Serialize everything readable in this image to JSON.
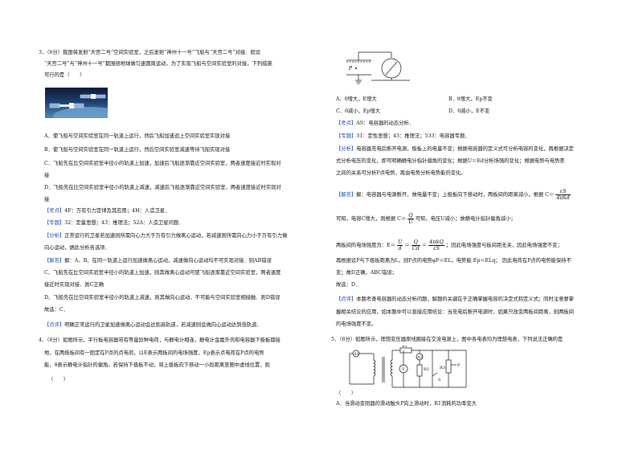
{
  "left": {
    "q3": {
      "stem1": "3．（6分）我国将发射“天宫二号”空间实验室，之后发射“神州十一号”飞船与“天宫二号”对接．假设",
      "stem2": "“天宫二号”与“神州十一号”都围绕地球做匀速圆周运动，为了实现飞船与空间实验室的对接，下列措施",
      "stem3": "可行的是（　　）",
      "optA": "A．使飞船与空间实验室在同一轨道上运行，然后飞船加速追上空间实验室实现对接",
      "optB": "B．使飞船与空间实验室在同一轨道上运行，然后空间实验室减速等待飞船实现对接",
      "optC1": "C．飞船先在比空间实验室半径小的轨道上加速，加速后飞船逐渐靠近空间实验室，两者速度接近时实现对",
      "optC2": "接",
      "optD1": "D．飞船先在比空间实验室半径小的轨道上减速，减速后飞船逐渐靠近空间实验室，两者速度接近时实现对",
      "optD2": "接",
      "kaodian_tag": "【考点】",
      "kaodian": "4F：万有引力定律及其应用；4H：人造卫星．",
      "zhuanti_tag": "【专题】",
      "zhuanti": "32：定量思想；43：推理法；52A：人造卫星问题．",
      "fenxi_tag": "【分析】",
      "fenxi1": "正常运行的卫星若加速则所需向心力大于万有引力做离心运动，若减速则所需向心力小于万有引力做",
      "fenxi2": "向心运动，据此分析各选项．",
      "jieda_tag": "【解答】",
      "jieda1": "解：A、B、在同一轨道上运行加速做离心运动，减速做向心运动均不可实现对接．则AB错误",
      "jieda2": "C、飞船先在比空间实验室半径小的轨道上加速，则其做离心运动可使飞船逐渐靠近空间实验室，两者速度",
      "jieda3": "接近时实现对接．则C正确",
      "jieda4": "D、飞船先在比空间实验室半径小的轨道上减速，则其做向心运动，不可能与空间实验室相接触．则D错误",
      "jieda5": "故选：C．",
      "dianping_tag": "【点评】",
      "dianping": "明确正常运行的卫星加速做离心运动会达到高轨道，若减速则会做向心运动达到低轨道．"
    },
    "q4": {
      "stem1": "4．（6分）如图所示，平行板电容器带有等量异种电荷，与静电计相连，静电计金属外壳和电容器下极板都接",
      "stem2": "地，在两极板间有一固定在P点的点电荷，以E表示两板间的电场强度，Ep表示点电荷在P点的电势",
      "stem3": "能，θ表示静电计指针的偏角。若保持下极板不动，将上极板向下移动一小段距离至图中虚线位置，则",
      "stem4": "（　　）"
    }
  },
  "right": {
    "fig_label_p": "P",
    "opts": {
      "A": "A．θ增大，E增大",
      "B": "B．θ增大，Ep不变",
      "C": "C．θ减小，Ep增大",
      "D": "D．θ减小，E不变"
    },
    "kaodian_tag": "【考点】",
    "kaodian": "AS：电容器的动态分析．",
    "zhuanti_tag": "【专题】",
    "zhuanti": "31：定性思想；43：推理法；533：电容器专题．",
    "fenxi_tag": "【分析】",
    "fenxi1": "电容器充电后断开电源，极板上的电量不变；根据电容器的定义式可分析电容的变化，再根据决定",
    "fenxi2": "式分析电压的变化，即可明确静电计指针偏角的变化；根据U＝Ed分析场强的变化；根据电势与电势差",
    "fenxi3": "之间的关系可分析P点电势，再由电势分析电势能的变化。",
    "jieda_tag": "【解答】",
    "jieda1a": "解：电容器与电源断开，故电量不变；上极板向下移动时，两板间的距离减小，根据 C＝",
    "f1n": "εS",
    "f1d": "4πkd",
    "jieda2a": "可知，电容C增大，则根据 C＝",
    "f2n": "Q",
    "f2d": "U",
    "jieda2b": "可知，电压U减小；故静电计指针偏角减小；",
    "jieda3a": "两板间的电场强度为：E＝",
    "f3n": "U",
    "f3d": "d",
    "eq": "＝",
    "f4n": "Q",
    "f4d": "Cd",
    "f5n": "4πkQ",
    "f5d": "εS",
    "jieda3b": "；因此电场强度与板间距无关，因此电场强度不变；",
    "jieda4": "再根据设P与下极板距离为L，则P点的电势φP＝EL，电势能 Ep＝ELq；  因此电荷在P点的电势能保持不",
    "jieda5": "变；故D正确，ABC错误；",
    "jieda6": "故选：D．",
    "dianping_tag": "【点评】",
    "dianping1": "本题考查电容器的动态分析问题，解题的关键在于正确掌握电容的决定式和定义式；同时注意要掌",
    "dianping2": "握相关结论的应用，如本题中可以直接应用结论：当充电后断开电源时，如果只改变两板间距离，则两板间",
    "dianping3": "的电场强度不变。",
    "q5": {
      "stem1": "5．（6分）如图所示，理想变压器原线圈接在交流电源上，图中各电表均为理想电表，下列说法正确的是",
      "stem2": "（　　）",
      "labels": [
        "A1",
        "R1",
        "A2",
        "V",
        "R2",
        "R3",
        "P",
        "S"
      ],
      "optA": "A．当滑动变阻器的滑动触头P向上滑动时，R1消耗的功率变大"
    }
  }
}
